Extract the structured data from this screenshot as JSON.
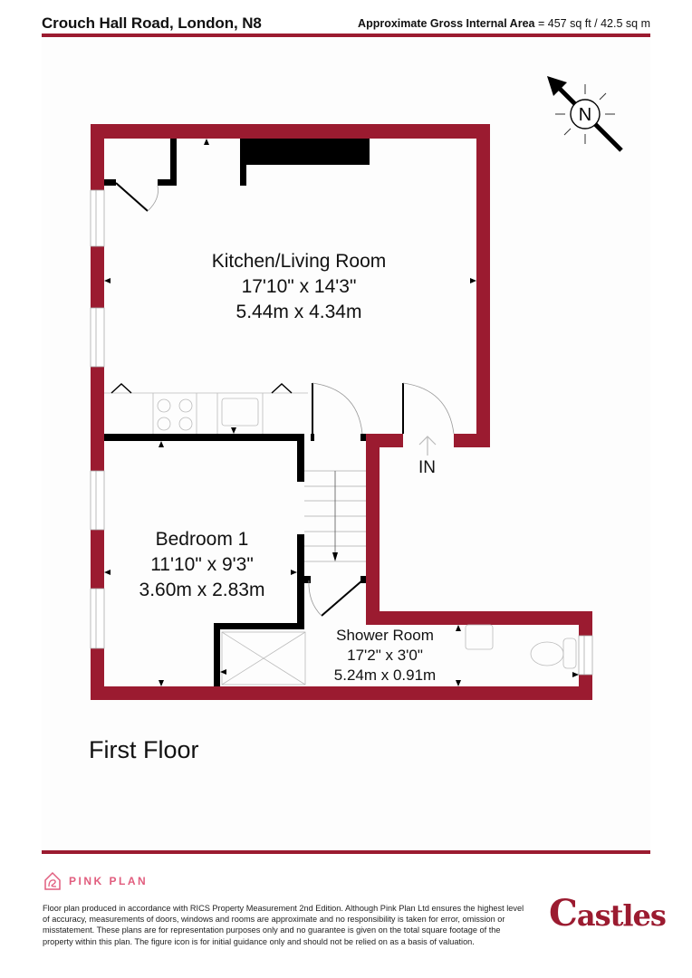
{
  "header": {
    "address": "Crouch Hall Road, London, N8",
    "area_label": "Approximate Gross Internal Area",
    "area_value": "= 457 sq ft / 42.5 sq m"
  },
  "compass": {
    "label": "N",
    "icon": "north-arrow-icon"
  },
  "rooms": [
    {
      "name": "Kitchen/Living Room",
      "imperial": "17'10\" x 14'3\"",
      "metric": "5.44m x 4.34m"
    },
    {
      "name": "Bedroom 1",
      "imperial": "11'10\" x 9'3\"",
      "metric": "3.60m x 2.83m"
    },
    {
      "name": "Shower Room",
      "imperial": "17'2\" x 3'0\"",
      "metric": "5.24m x 0.91m"
    }
  ],
  "entrance_label": "IN",
  "floor_label": "First Floor",
  "footer": {
    "brand": "PINK PLAN",
    "disclaimer": "Floor plan produced in accordance with RICS Property Measurement 2nd Edition. Although Pink Plan Ltd ensures the highest level of accuracy, measurements of doors, windows and rooms are approximate and no responsibility is taken for error, omission or misstatement. These plans are for representation purposes only and no guarantee is given on the total square footage of the property within this plan. The figure icon is for initial guidance only and should not be relied on as a basis of valuation.",
    "agent_logo_cap": "C",
    "agent_logo_rest": "astles"
  },
  "colors": {
    "wall": "#9b1b30",
    "brand_pink": "#e15d7e",
    "internal_wall": "#000000"
  }
}
